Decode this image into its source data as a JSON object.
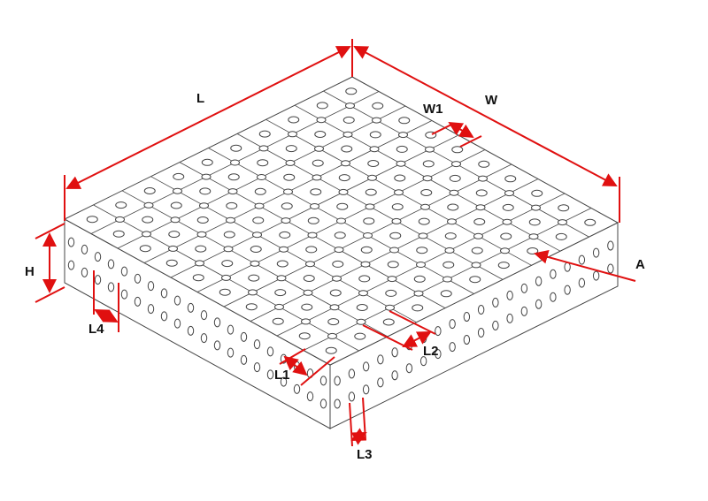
{
  "diagram": {
    "labels": {
      "L": "L",
      "W": "W",
      "W1": "W1",
      "H": "H",
      "A": "A",
      "L1": "L1",
      "L2": "L2",
      "L3": "L3",
      "L4": "L4"
    },
    "grid": {
      "cells_along_length": 10,
      "cells_along_width": 10
    },
    "colors": {
      "dimension": "#e01010",
      "outline": "#444444",
      "face": "#ffffff"
    }
  }
}
